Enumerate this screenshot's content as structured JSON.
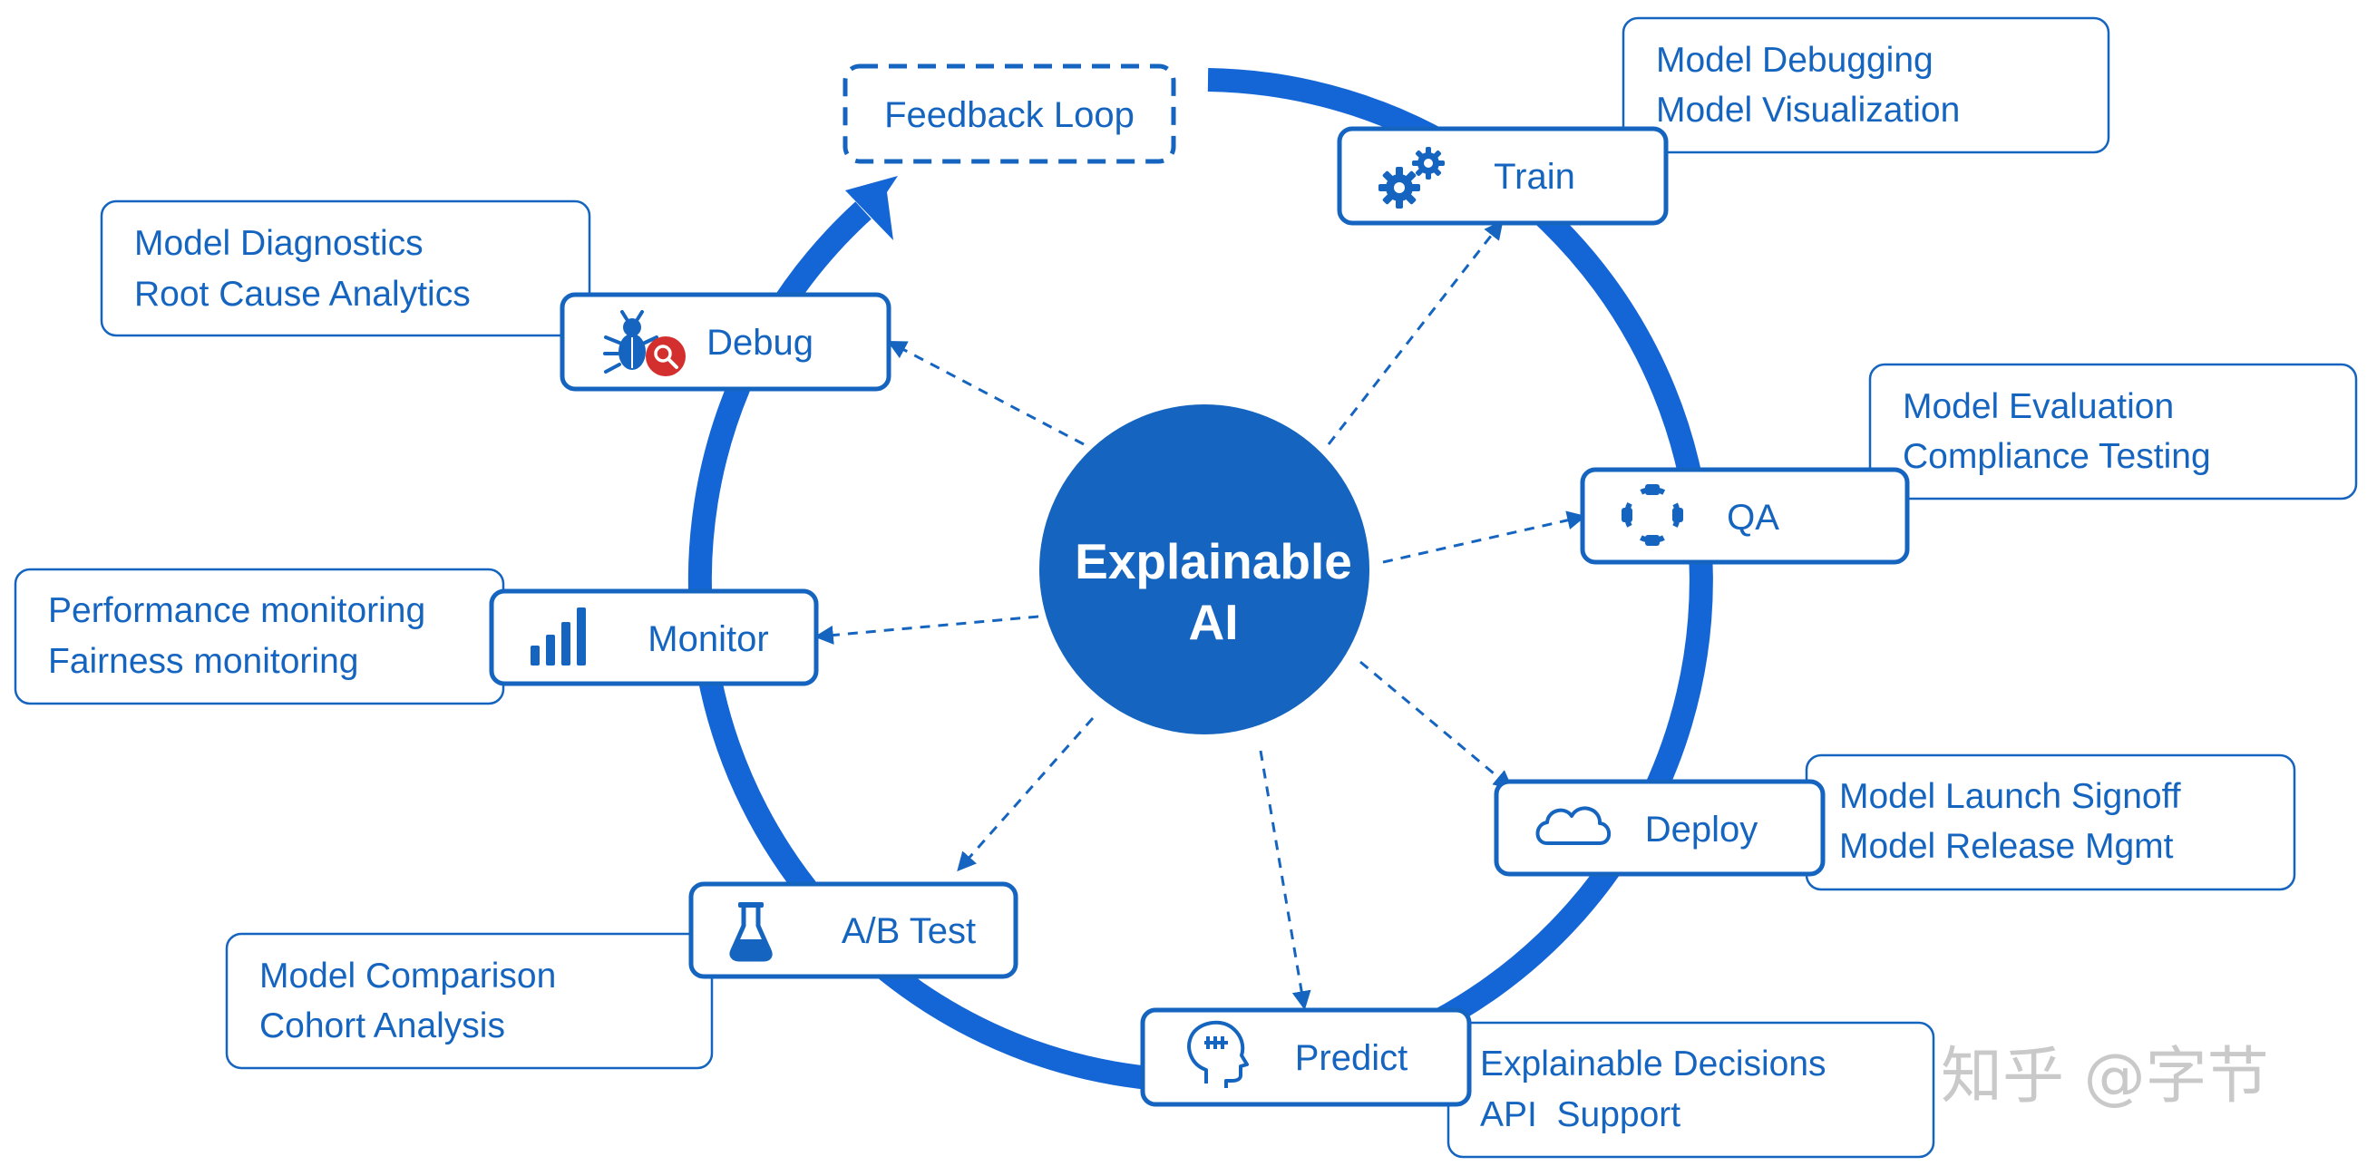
{
  "center": {
    "line1": "Explainable",
    "line2": "AI"
  },
  "feedback": {
    "label": "Feedback Loop"
  },
  "stages": {
    "train": {
      "label": "Train",
      "icon": "gears-icon",
      "details": [
        "Model Debugging",
        "Model Visualization"
      ]
    },
    "qa": {
      "label": "QA",
      "icon": "target-icon",
      "details": [
        "Model Evaluation",
        "Compliance Testing"
      ]
    },
    "deploy": {
      "label": "Deploy",
      "icon": "cloud-icon",
      "details": [
        "Model Launch Signoff",
        "Model Release Mgmt"
      ]
    },
    "predict": {
      "label": "Predict",
      "icon": "head-icon",
      "details": [
        "Explainable Decisions",
        "API  Support"
      ]
    },
    "abtest": {
      "label": "A/B Test",
      "icon": "flask-icon",
      "details": [
        "Model Comparison",
        "Cohort Analysis"
      ]
    },
    "monitor": {
      "label": "Monitor",
      "icon": "bar-chart-icon",
      "details": [
        "Performance monitoring",
        "Fairness monitoring"
      ]
    },
    "debug": {
      "label": "Debug",
      "icon": "bug-search-icon",
      "details": [
        "Model Diagnostics",
        "Root Cause Analytics"
      ]
    }
  },
  "watermark": {
    "text": "知乎 @字节"
  },
  "colors": {
    "primary": "#1565c0",
    "ring": "#1466d6",
    "center": "#1565c0",
    "alert": "#d32f2f"
  }
}
